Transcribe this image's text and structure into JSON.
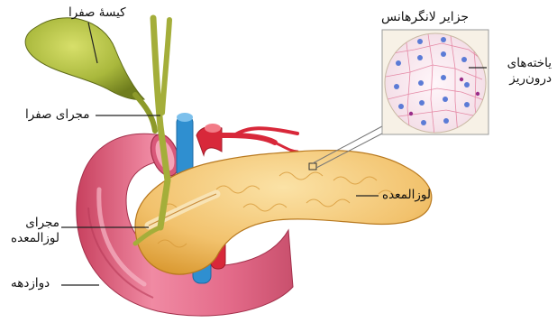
{
  "labels": {
    "gallbladder": "کیسهٔ صفرا",
    "bile_duct": "مجرای صفرا",
    "islets_title": "جزایر لانگرهانس",
    "endocrine_cells": "یاخته‌های درون‌ریز",
    "pancreas": "لوزالمعده",
    "pancreatic_duct": "مجرای لوزالمعده",
    "duodenum": "دوازدهه"
  },
  "colors": {
    "gallbladder": "#a9b83c",
    "duodenum": "#e46b8a",
    "pancreas": "#f2c26d",
    "artery": "#d8283a",
    "vein": "#2f8fd0",
    "islet_cell": "#f1e6f0",
    "islet_nucleus": "#5b7bd6"
  }
}
